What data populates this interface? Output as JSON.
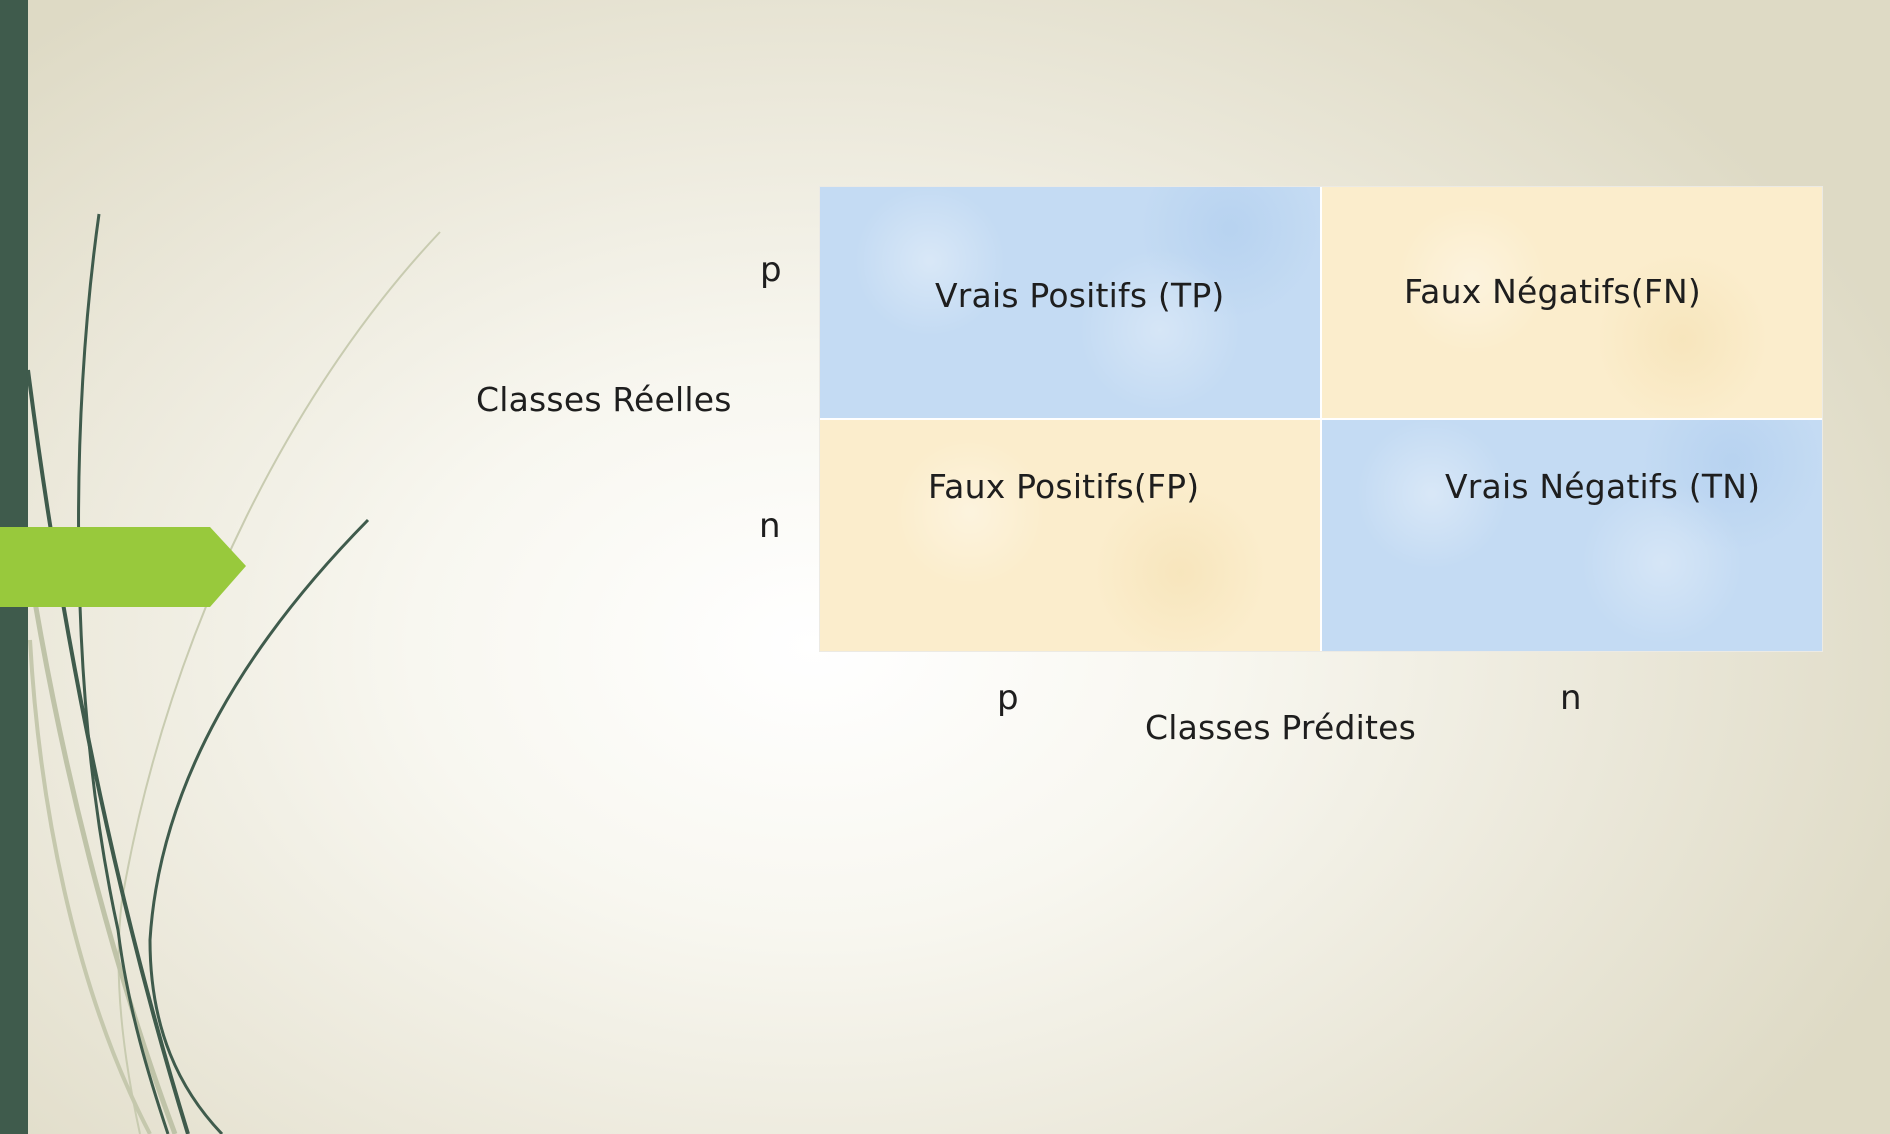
{
  "matrix": {
    "cells": [
      {
        "label": "Vrais Positifs (TP)",
        "color": "#c4dbf3"
      },
      {
        "label": "Faux Négatifs(FN)",
        "color": "#fbedcc"
      },
      {
        "label": "Faux Positifs(FP)",
        "color": "#fbedcc"
      },
      {
        "label": "Vrais Négatifs (TN)",
        "color": "#c4dbf3"
      }
    ]
  },
  "axes": {
    "rows_title": "Classes Réelles",
    "rows": [
      "p",
      "n"
    ],
    "cols_title": "Classes Prédites",
    "cols": [
      "p",
      "n"
    ]
  },
  "theme": {
    "side_bar_color": "#3f5b4c",
    "accent_arrow_color": "#98c93c"
  }
}
